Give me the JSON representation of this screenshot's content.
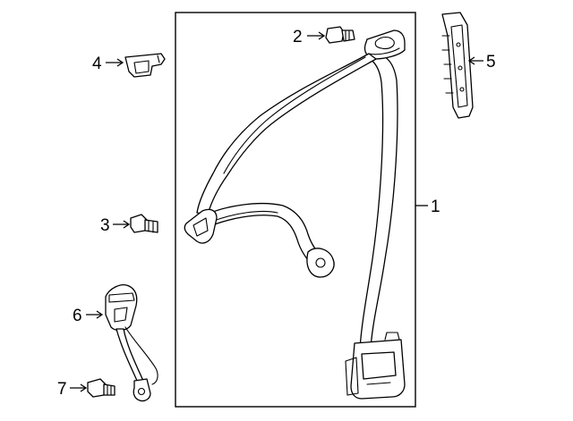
{
  "callouts": {
    "c1": "1",
    "c2": "2",
    "c3": "3",
    "c4": "4",
    "c5": "5",
    "c6": "6",
    "c7": "7"
  },
  "icons": {
    "belt": "seat-belt-assembly-icon",
    "bolt": "bolt-icon",
    "clip": "clip-icon",
    "guide": "height-adjuster-icon",
    "buckle": "buckle-icon"
  },
  "colors": {
    "line": "#000000",
    "background": "#ffffff"
  }
}
